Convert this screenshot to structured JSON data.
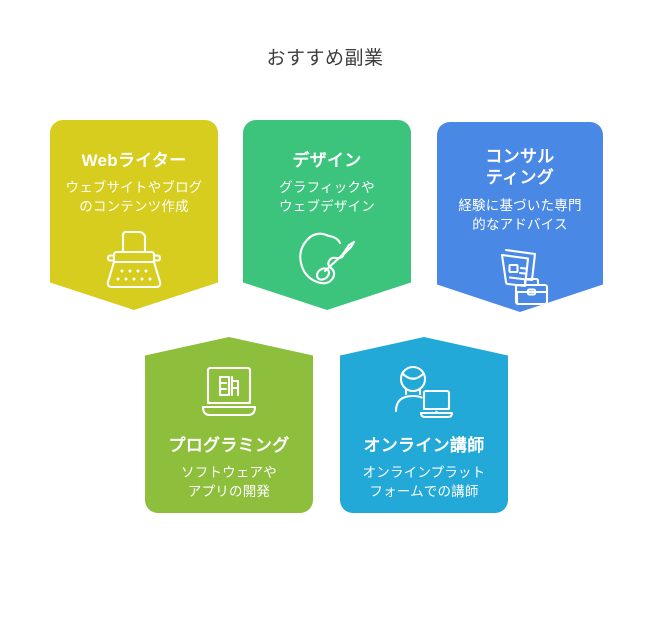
{
  "page": {
    "title": "おすすめ副業",
    "background_color": "#ffffff",
    "title_color": "#3d3d3d"
  },
  "cards": [
    {
      "id": "writer",
      "title": "Webライター",
      "description": "ウェブサイトやブログ\nのコンテンツ作成",
      "color": "#d7cd1e",
      "icon": "typewriter-icon",
      "shape": "point-down"
    },
    {
      "id": "design",
      "title": "デザイン",
      "description": "グラフィックや\nウェブデザイン",
      "color": "#3cc47d",
      "icon": "paint-palette-icon",
      "shape": "point-down"
    },
    {
      "id": "consulting",
      "title": "コンサル\nティング",
      "description": "経験に基づいた専門\n的なアドバイス",
      "color": "#4a88e5",
      "icon": "briefcase-documents-icon",
      "shape": "point-down"
    },
    {
      "id": "programming",
      "title": "プログラミング",
      "description": "ソフトウェアや\nアプリの開発",
      "color": "#8dbe3c",
      "icon": "laptop-code-icon",
      "shape": "point-up"
    },
    {
      "id": "instructor",
      "title": "オンライン講師",
      "description": "オンラインプラット\nフォームでの講師",
      "color": "#22a9d8",
      "icon": "person-laptop-icon",
      "shape": "point-up"
    }
  ]
}
